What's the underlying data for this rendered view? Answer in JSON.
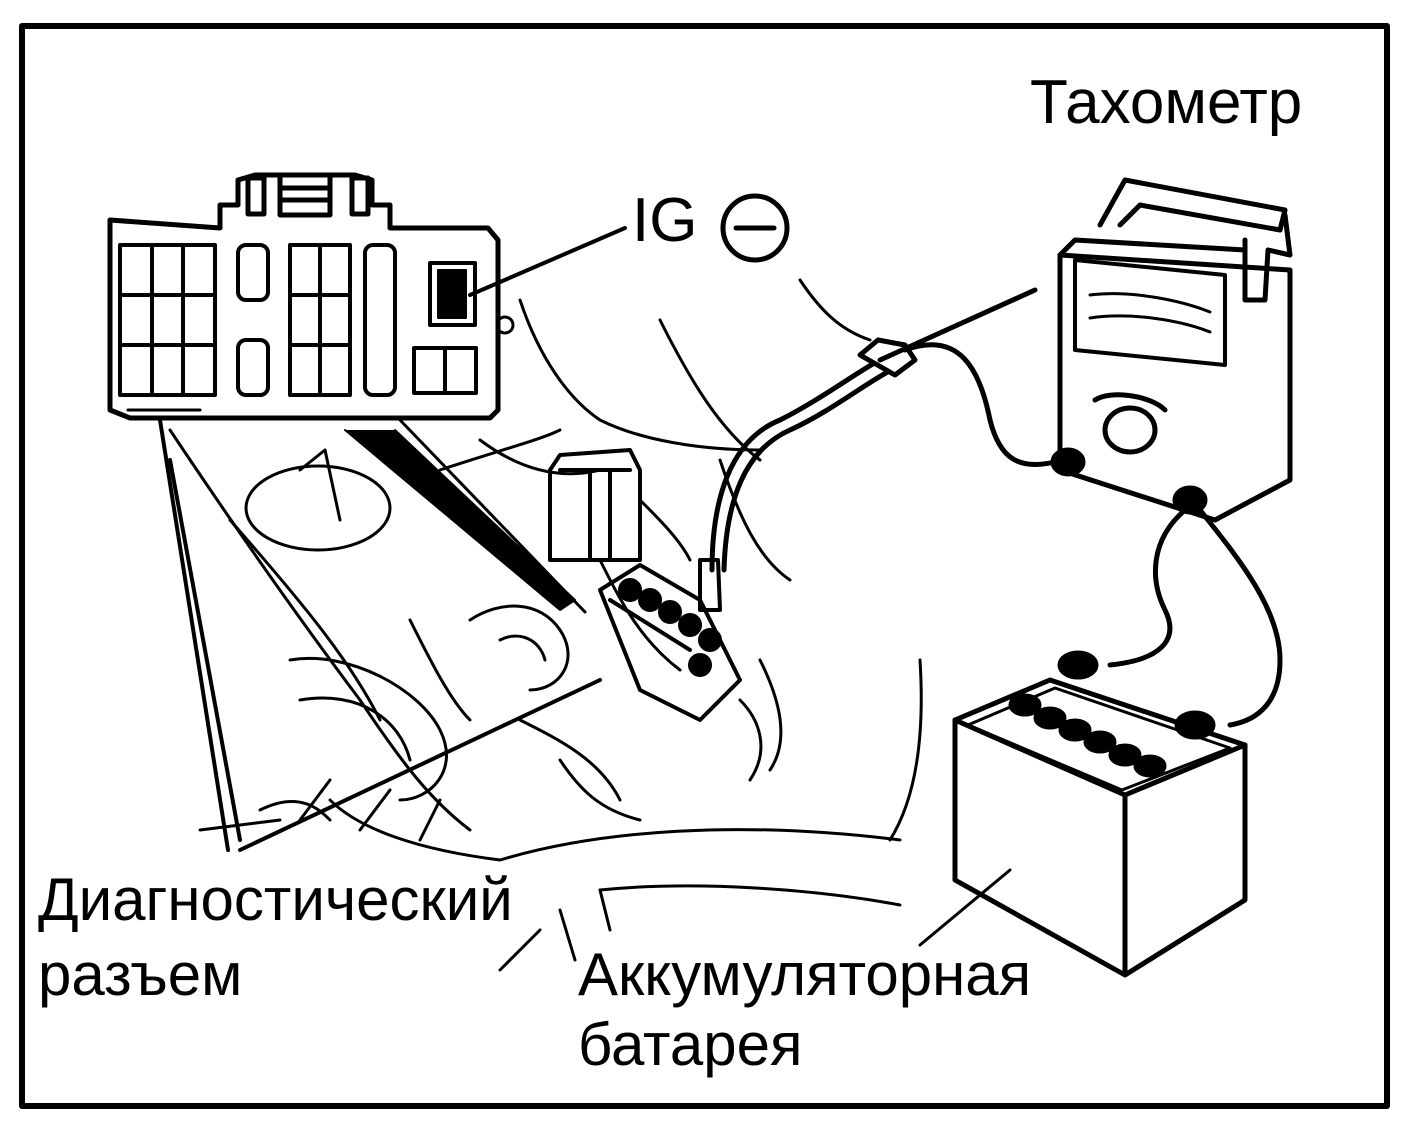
{
  "labels": {
    "tachometer": "Тахометр",
    "ig_terminal": "IG",
    "diag_line1": "Диагностический",
    "diag_line2": "разъем",
    "battery_line1": "Аккумуляторная",
    "battery_line2": "батарея"
  },
  "colors": {
    "ink": "#000000",
    "paper": "#ffffff"
  },
  "icons": {
    "minus_symbol": "minus-in-circle"
  }
}
